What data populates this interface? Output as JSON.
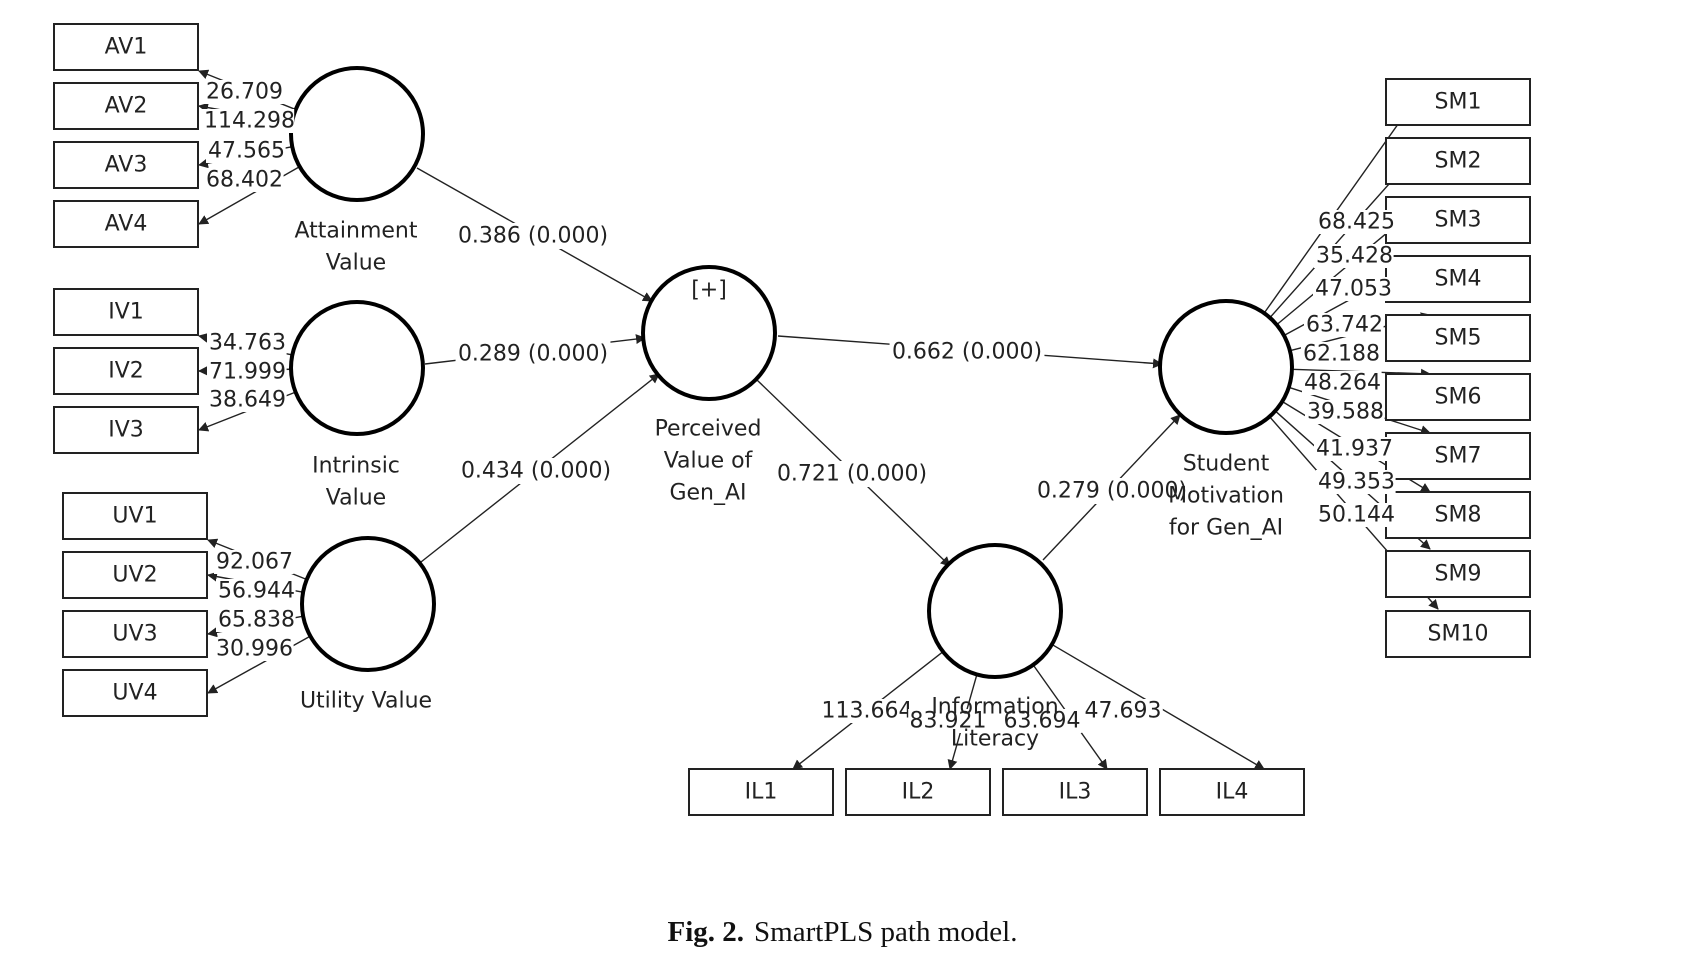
{
  "figure": {
    "caption_label": "Fig. 2.",
    "caption_text": "SmartPLS path model."
  },
  "latent_variables": [
    {
      "id": "AV",
      "name_lines": [
        "Attainment",
        "Value"
      ]
    },
    {
      "id": "IV",
      "name_lines": [
        "Intrinsic",
        "Value"
      ]
    },
    {
      "id": "UV",
      "name_lines": [
        "Utility Value"
      ]
    },
    {
      "id": "PV",
      "name_lines": [
        "Perceived",
        "Value of",
        "Gen_AI"
      ],
      "marker": "[+]"
    },
    {
      "id": "IL",
      "name_lines": [
        "Information",
        "Literacy"
      ]
    },
    {
      "id": "SM",
      "name_lines": [
        "Student",
        "Motivation",
        "for Gen_AI"
      ]
    }
  ],
  "indicators": {
    "AV": [
      {
        "name": "AV1",
        "loading": "26.709"
      },
      {
        "name": "AV2",
        "loading": "114.298"
      },
      {
        "name": "AV3",
        "loading": "47.565"
      },
      {
        "name": "AV4",
        "loading": "68.402"
      }
    ],
    "IV": [
      {
        "name": "IV1",
        "loading": "34.763"
      },
      {
        "name": "IV2",
        "loading": "71.999"
      },
      {
        "name": "IV3",
        "loading": "38.649"
      }
    ],
    "UV": [
      {
        "name": "UV1",
        "loading": "92.067"
      },
      {
        "name": "UV2",
        "loading": "56.944"
      },
      {
        "name": "UV3",
        "loading": "65.838"
      },
      {
        "name": "UV4",
        "loading": "30.996"
      }
    ],
    "IL": [
      {
        "name": "IL1",
        "loading": "113.664"
      },
      {
        "name": "IL2",
        "loading": "83.921"
      },
      {
        "name": "IL3",
        "loading": "63.694"
      },
      {
        "name": "IL4",
        "loading": "47.693"
      }
    ],
    "SM": [
      {
        "name": "SM1",
        "loading": "68.425"
      },
      {
        "name": "SM2",
        "loading": "35.428"
      },
      {
        "name": "SM3",
        "loading": "47.053"
      },
      {
        "name": "SM4",
        "loading": "63.742"
      },
      {
        "name": "SM5",
        "loading": "62.188"
      },
      {
        "name": "SM6",
        "loading": "48.264"
      },
      {
        "name": "SM7",
        "loading": "39.588"
      },
      {
        "name": "SM8",
        "loading": "41.937"
      },
      {
        "name": "SM9",
        "loading": "49.353"
      },
      {
        "name": "SM10",
        "loading": "50.144"
      }
    ]
  },
  "paths": [
    {
      "from": "AV",
      "to": "PV",
      "label": "0.386 (0.000)"
    },
    {
      "from": "IV",
      "to": "PV",
      "label": "0.289 (0.000)"
    },
    {
      "from": "UV",
      "to": "PV",
      "label": "0.434 (0.000)"
    },
    {
      "from": "PV",
      "to": "SM",
      "label": "0.662 (0.000)"
    },
    {
      "from": "PV",
      "to": "IL",
      "label": "0.721 (0.000)"
    },
    {
      "from": "IL",
      "to": "SM",
      "label": "0.279 (0.000)"
    }
  ]
}
